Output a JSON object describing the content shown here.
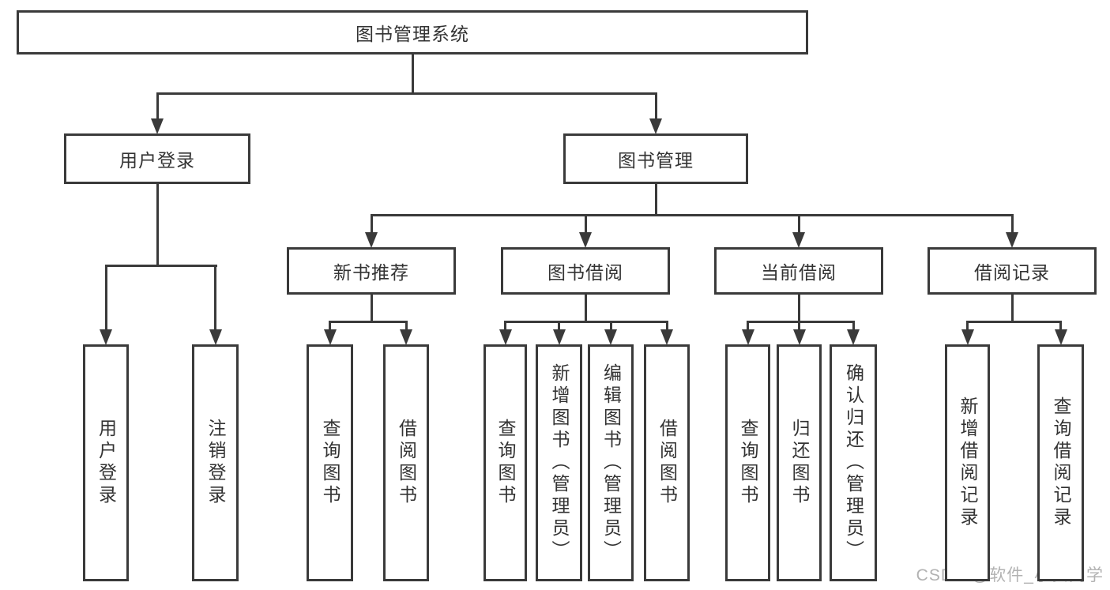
{
  "diagram": {
    "watermark": "CSDN @软件_小贺同学",
    "colors": {
      "line": "#3a3a3a",
      "text": "#333333",
      "box_bg": "#ffffff",
      "watermark": "#b2b2b2"
    },
    "nodes": [
      {
        "id": "root",
        "label": "图书管理系统"
      },
      {
        "id": "user-login",
        "label": "用户登录"
      },
      {
        "id": "book-management",
        "label": "图书管理"
      },
      {
        "id": "new-book-recommend",
        "label": "新书推荐"
      },
      {
        "id": "book-borrowing",
        "label": "图书借阅"
      },
      {
        "id": "current-borrowing",
        "label": "当前借阅"
      },
      {
        "id": "borrow-records",
        "label": "借阅记录"
      },
      {
        "id": "leaf-user-login",
        "label": "用户登录"
      },
      {
        "id": "leaf-logout",
        "label": "注销登录"
      },
      {
        "id": "leaf-query-books-1",
        "label": "查询图书"
      },
      {
        "id": "leaf-borrow-books-1",
        "label": "借阅图书"
      },
      {
        "id": "leaf-query-books-2",
        "label": "查询图书"
      },
      {
        "id": "leaf-add-book-admin",
        "label": "新增图书（管理员）"
      },
      {
        "id": "leaf-edit-book-admin",
        "label": "编辑图书（管理员）"
      },
      {
        "id": "leaf-borrow-books-2",
        "label": "借阅图书"
      },
      {
        "id": "leaf-query-books-3",
        "label": "查询图书"
      },
      {
        "id": "leaf-return-books",
        "label": "归还图书"
      },
      {
        "id": "leaf-confirm-return-admin",
        "label": "确认归还（管理员）"
      },
      {
        "id": "leaf-add-borrow-record",
        "label": "新增借阅记录"
      },
      {
        "id": "leaf-query-borrow-record",
        "label": "查询借阅记录"
      }
    ],
    "edges": [
      {
        "from": "root",
        "to": [
          "user-login",
          "book-management"
        ]
      },
      {
        "from": "user-login",
        "to": [
          "leaf-user-login",
          "leaf-logout"
        ]
      },
      {
        "from": "book-management",
        "to": [
          "new-book-recommend",
          "book-borrowing",
          "current-borrowing",
          "borrow-records"
        ]
      },
      {
        "from": "new-book-recommend",
        "to": [
          "leaf-query-books-1",
          "leaf-borrow-books-1"
        ]
      },
      {
        "from": "book-borrowing",
        "to": [
          "leaf-query-books-2",
          "leaf-add-book-admin",
          "leaf-edit-book-admin",
          "leaf-borrow-books-2"
        ]
      },
      {
        "from": "current-borrowing",
        "to": [
          "leaf-query-books-3",
          "leaf-return-books",
          "leaf-confirm-return-admin"
        ]
      },
      {
        "from": "borrow-records",
        "to": [
          "leaf-add-borrow-record",
          "leaf-query-borrow-record"
        ]
      }
    ]
  }
}
